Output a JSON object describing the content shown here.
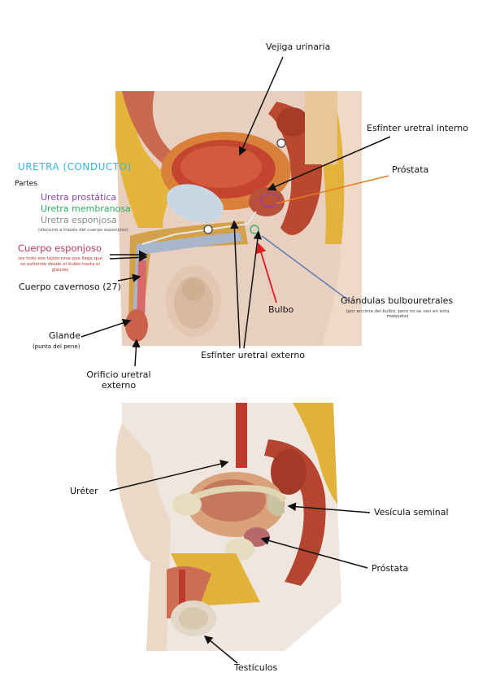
{
  "colors": {
    "cyan": "#33b5e5",
    "purple": "#8e44ad",
    "green": "#27ae60",
    "gray": "#7f8c8d",
    "pink": "#c0395b",
    "orange": "#e67e22",
    "red": "#e01b1b",
    "blue": "#5b7db1"
  },
  "top": {
    "vejiga": "Vejiga urinaria",
    "esfinter_interno": "Esfínter uretral interno",
    "prostata": "Próstata",
    "uretra_title": "URETRA (CONDUCTO)",
    "partes": "Partes",
    "uretra_prostatica": "Uretra prostática",
    "uretra_membranosa": "Uretra membranosa",
    "uretra_esponjosa": "Uretra esponjosa",
    "uretra_esponjosa_note": "(discurre a través del cuerpo esponjoso)",
    "cuerpo_esponjoso": "Cuerpo esponjoso",
    "cuerpo_esponjoso_note1": "(es todo ese tejido rosa que llega que",
    "cuerpo_esponjoso_note2": "se extiende desde el bulbo hasta el",
    "cuerpo_esponjoso_note3": "glande)",
    "cuerpo_cavernoso": "Cuerpo cavernoso (27)",
    "glande": "Glande",
    "glande_note": "(punta del pene)",
    "orificio1": "Orificio uretral",
    "orificio2": "externo",
    "bulbo": "Bulbo",
    "glandulas": "Glándulas bulbouretrales",
    "glandulas_note1": "(por encima del bulbo, pero no se ven en esta",
    "glandulas_note2": "maqueta)",
    "esfinter_externo": "Esfínter uretral externo"
  },
  "bottom": {
    "ureter": "Uréter",
    "vesicula": "Vesícula seminal",
    "prostata": "Próstata",
    "testiculos": "Testículos"
  }
}
